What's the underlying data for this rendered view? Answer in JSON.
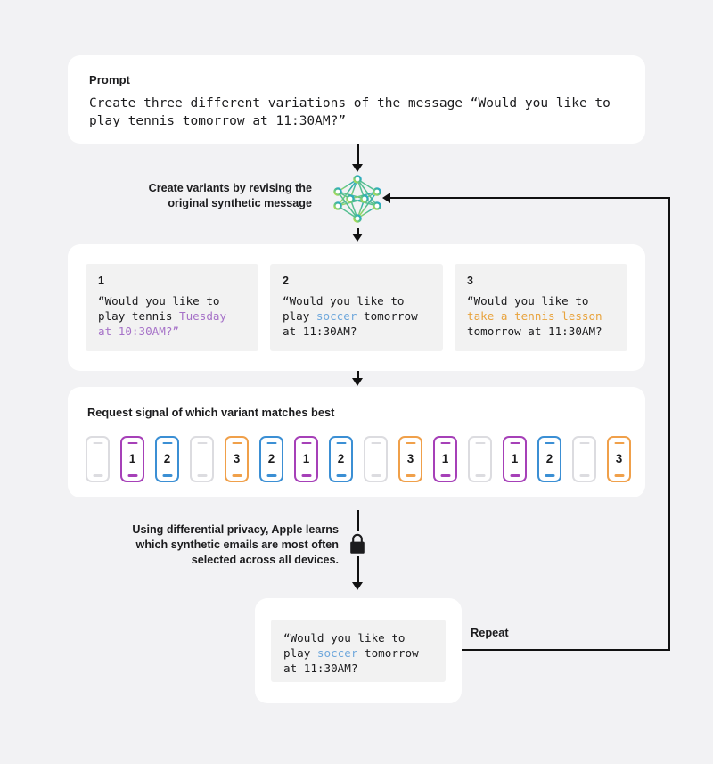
{
  "colors": {
    "background": "#f2f2f4",
    "card": "#ffffff",
    "panel": "#f2f2f2",
    "purple": "#a640b8",
    "blue": "#3b8fd4",
    "orange": "#f0a04a",
    "grey": "#dcdce0",
    "text_purple": "#a672c8",
    "text_blue": "#6fa8dc",
    "text_orange": "#e8a33d",
    "line": "#111111"
  },
  "prompt": {
    "label": "Prompt",
    "text": "Create three different variations of the message “Would you like to\nplay tennis tomorrow at 11:30AM?”"
  },
  "step_generate": {
    "caption_line1": "Create variants by revising the",
    "caption_line2": "original synthetic message",
    "icon": "neural-network-icon"
  },
  "variants": [
    {
      "number": "1",
      "prefix": "“Would you like to\nplay tennis ",
      "highlight": "Tuesday\nat 10:30AM?”",
      "suffix": "",
      "highlight_color": "purple"
    },
    {
      "number": "2",
      "prefix": "“Would you like to\nplay ",
      "highlight": "soccer",
      "suffix": " tomorrow\nat 11:30AM?",
      "highlight_color": "blue"
    },
    {
      "number": "3",
      "prefix": "“Would you like to\n",
      "highlight": "take a tennis lesson",
      "suffix": "\ntomorrow at 11:30AM?",
      "highlight_color": "orange"
    }
  ],
  "signal": {
    "label": "Request signal of which variant matches best",
    "devices": [
      {
        "value": "",
        "variant": "none"
      },
      {
        "value": "1",
        "variant": "v1"
      },
      {
        "value": "2",
        "variant": "v2"
      },
      {
        "value": "",
        "variant": "none"
      },
      {
        "value": "3",
        "variant": "v3"
      },
      {
        "value": "2",
        "variant": "v2"
      },
      {
        "value": "1",
        "variant": "v1"
      },
      {
        "value": "2",
        "variant": "v2"
      },
      {
        "value": "",
        "variant": "none"
      },
      {
        "value": "3",
        "variant": "v3"
      },
      {
        "value": "1",
        "variant": "v1"
      },
      {
        "value": "",
        "variant": "none"
      },
      {
        "value": "1",
        "variant": "v1"
      },
      {
        "value": "2",
        "variant": "v2"
      },
      {
        "value": "",
        "variant": "none"
      },
      {
        "value": "3",
        "variant": "v3"
      }
    ]
  },
  "step_privacy": {
    "caption_line1": "Using differential privacy, Apple learns",
    "caption_line2": "which synthetic emails are most often",
    "caption_line3": "selected across all devices.",
    "icon": "lock-icon"
  },
  "result": {
    "prefix": "“Would you like to\nplay ",
    "highlight": "soccer",
    "suffix": " tomorrow\nat 11:30AM?",
    "highlight_color": "blue"
  },
  "loop": {
    "label": "Repeat"
  }
}
